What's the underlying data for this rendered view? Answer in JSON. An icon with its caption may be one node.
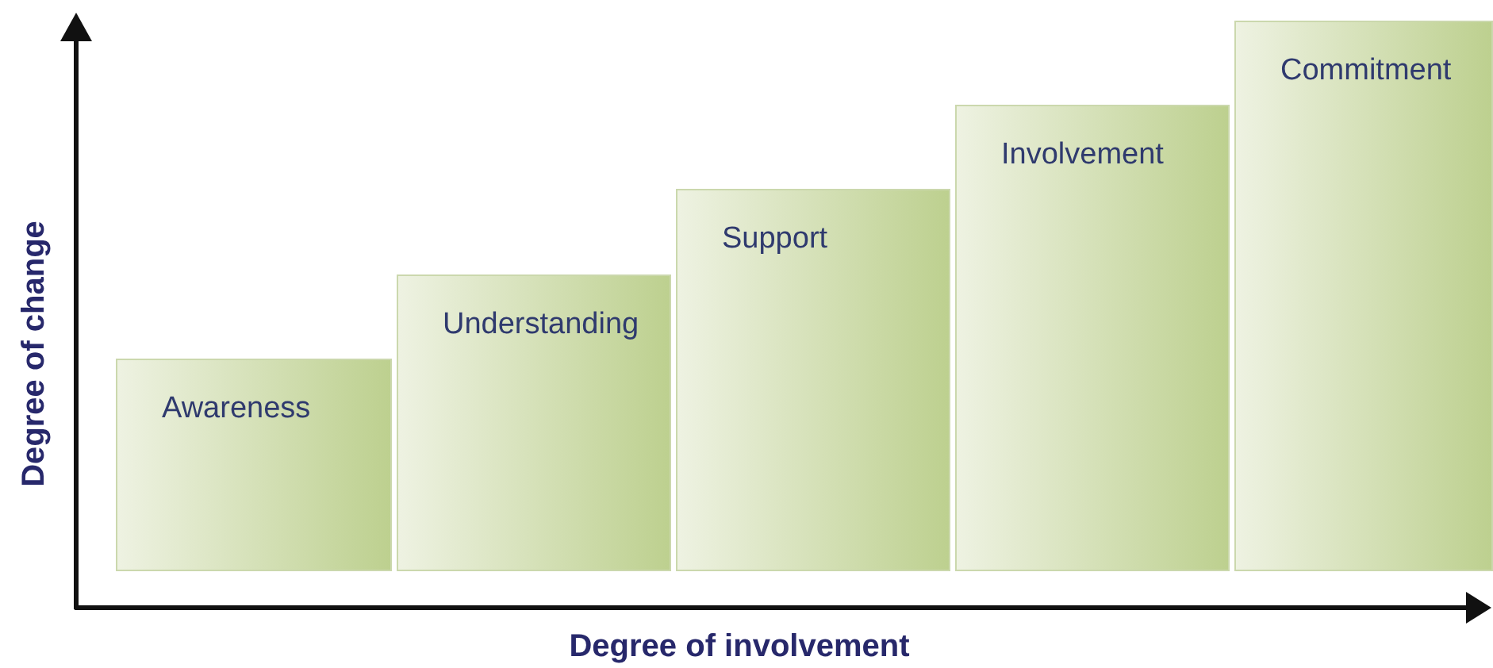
{
  "diagram": {
    "nodes": [
      {
        "text": [
          "Awareness"
        ]
      },
      {
        "text": [
          "Understanding"
        ]
      },
      {
        "text": [
          "Support"
        ]
      },
      {
        "text": [
          "Involvement"
        ]
      },
      {
        "text": [
          "Commitment"
        ]
      }
    ],
    "labels": [
      "Degree of change",
      "Degree of involvement"
    ]
  }
}
